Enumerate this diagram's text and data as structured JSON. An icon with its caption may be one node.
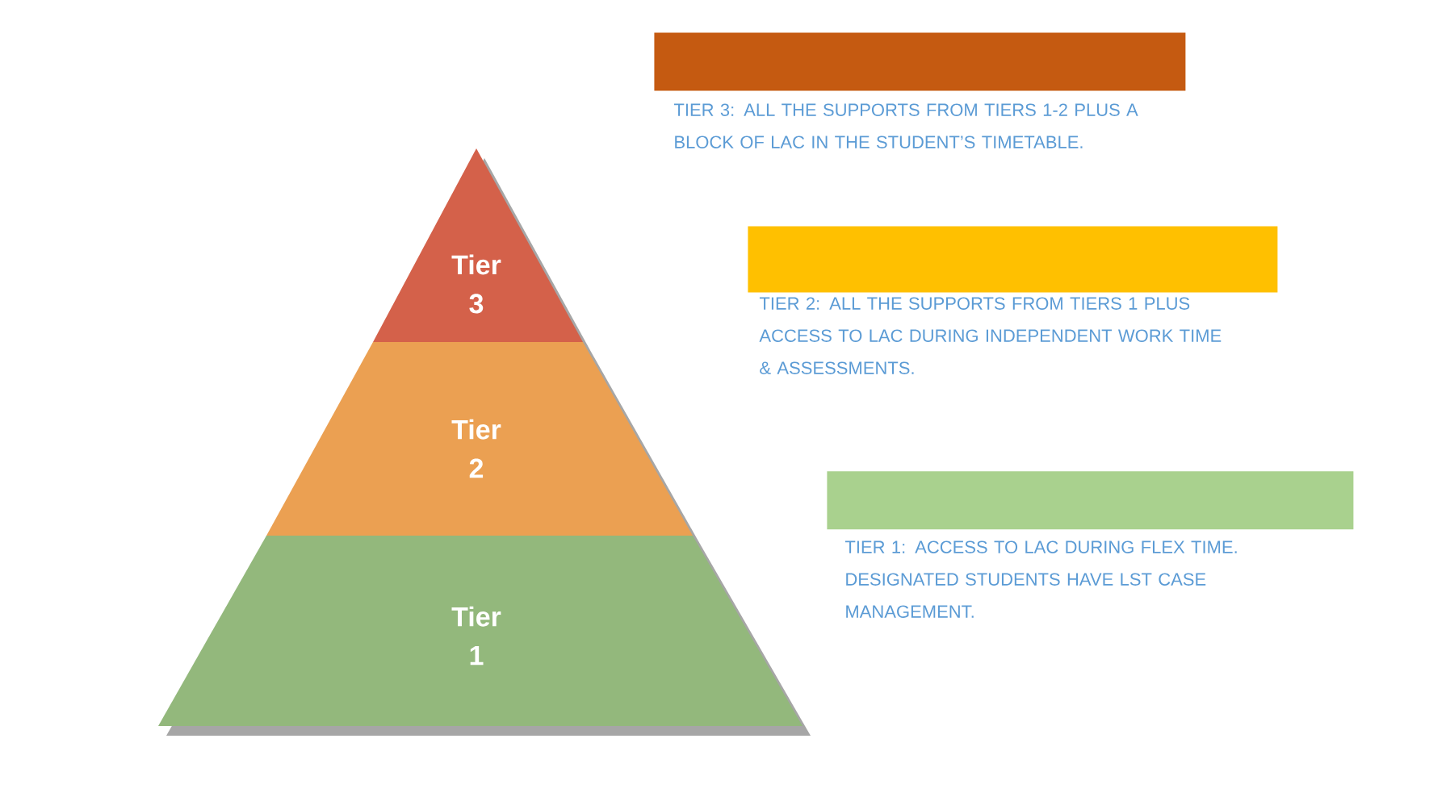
{
  "diagram": {
    "nodes": [
      {
        "text": [
          "Tier 3"
        ]
      },
      {
        "text": [
          "Tier 2"
        ]
      },
      {
        "text": [
          "Tier 1"
        ]
      },
      {
        "text": [],
        "shape": "bar",
        "beside": [
          "TIER 3: ALL THE SUPPORTS FROM TIERS 1-2 PLUS A BLOCK OF LAC IN THE STUDENT’S TIMETABLE."
        ]
      },
      {
        "text": [],
        "shape": "bar",
        "beside": [
          "TIER 2: ALL THE SUPPORTS FROM TIERS 1 PLUS ACCESS TO LAC DURING INDEPENDENT WORK TIME & ASSESSMENTS."
        ]
      },
      {
        "text": [],
        "shape": "bar",
        "beside": [
          "TIER 1: ACCESS TO LAC DURING FLEX TIME. DESIGNATED STUDENTS HAVE LST CASE MANAGEMENT."
        ]
      }
    ],
    "edges": []
  }
}
